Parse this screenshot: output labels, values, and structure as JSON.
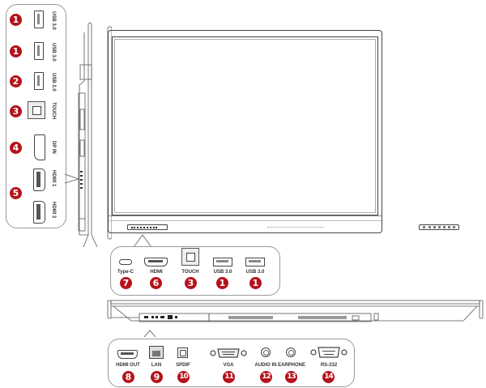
{
  "colors": {
    "badge": "#b5121b",
    "line": "#555555",
    "panel_border": "#9a9a9a"
  },
  "side_panel": {
    "ports": [
      {
        "badge": "1",
        "label": "USB 3.0",
        "icon": "usb-a-icon"
      },
      {
        "badge": "1",
        "label": "USB 3.0",
        "icon": "usb-a-icon"
      },
      {
        "badge": "2",
        "label": "USB 2.0",
        "icon": "usb-a-icon"
      },
      {
        "badge": "3",
        "label": "TOUCH",
        "icon": "usb-b-icon"
      },
      {
        "badge": "4",
        "label": "DP IN",
        "icon": "displayport-icon"
      },
      {
        "badge": "5",
        "label": "HDMI 1",
        "icon": "hdmi-icon"
      },
      {
        "label": "HDMI 2",
        "icon": "hdmi-icon"
      }
    ]
  },
  "front_panel": {
    "ports": [
      {
        "badge": "7",
        "label": "Type-C",
        "icon": "usb-c-icon"
      },
      {
        "badge": "6",
        "label": "HDMI",
        "icon": "hdmi-icon"
      },
      {
        "badge": "3",
        "label": "TOUCH",
        "icon": "usb-b-icon"
      },
      {
        "badge": "1",
        "label": "USB 3.0",
        "icon": "usb-a-icon"
      },
      {
        "badge": "1",
        "label": "USB 3.0",
        "icon": "usb-a-icon"
      }
    ]
  },
  "bottom_panel": {
    "ports": [
      {
        "badge": "8",
        "label": "HDMI OUT",
        "icon": "hdmi-icon"
      },
      {
        "badge": "9",
        "label": "LAN",
        "icon": "rj45-icon"
      },
      {
        "badge": "10",
        "label": "SPDIF",
        "icon": "optical-icon"
      },
      {
        "badge": "11",
        "label": "VGA",
        "icon": "vga-icon"
      },
      {
        "badge": "12",
        "label": "AUDIO IN",
        "icon": "audio-jack-icon"
      },
      {
        "badge": "13",
        "label": "EARPHONE",
        "icon": "audio-jack-icon"
      },
      {
        "badge": "14",
        "label": "RS-232",
        "icon": "rs232-icon"
      }
    ]
  }
}
